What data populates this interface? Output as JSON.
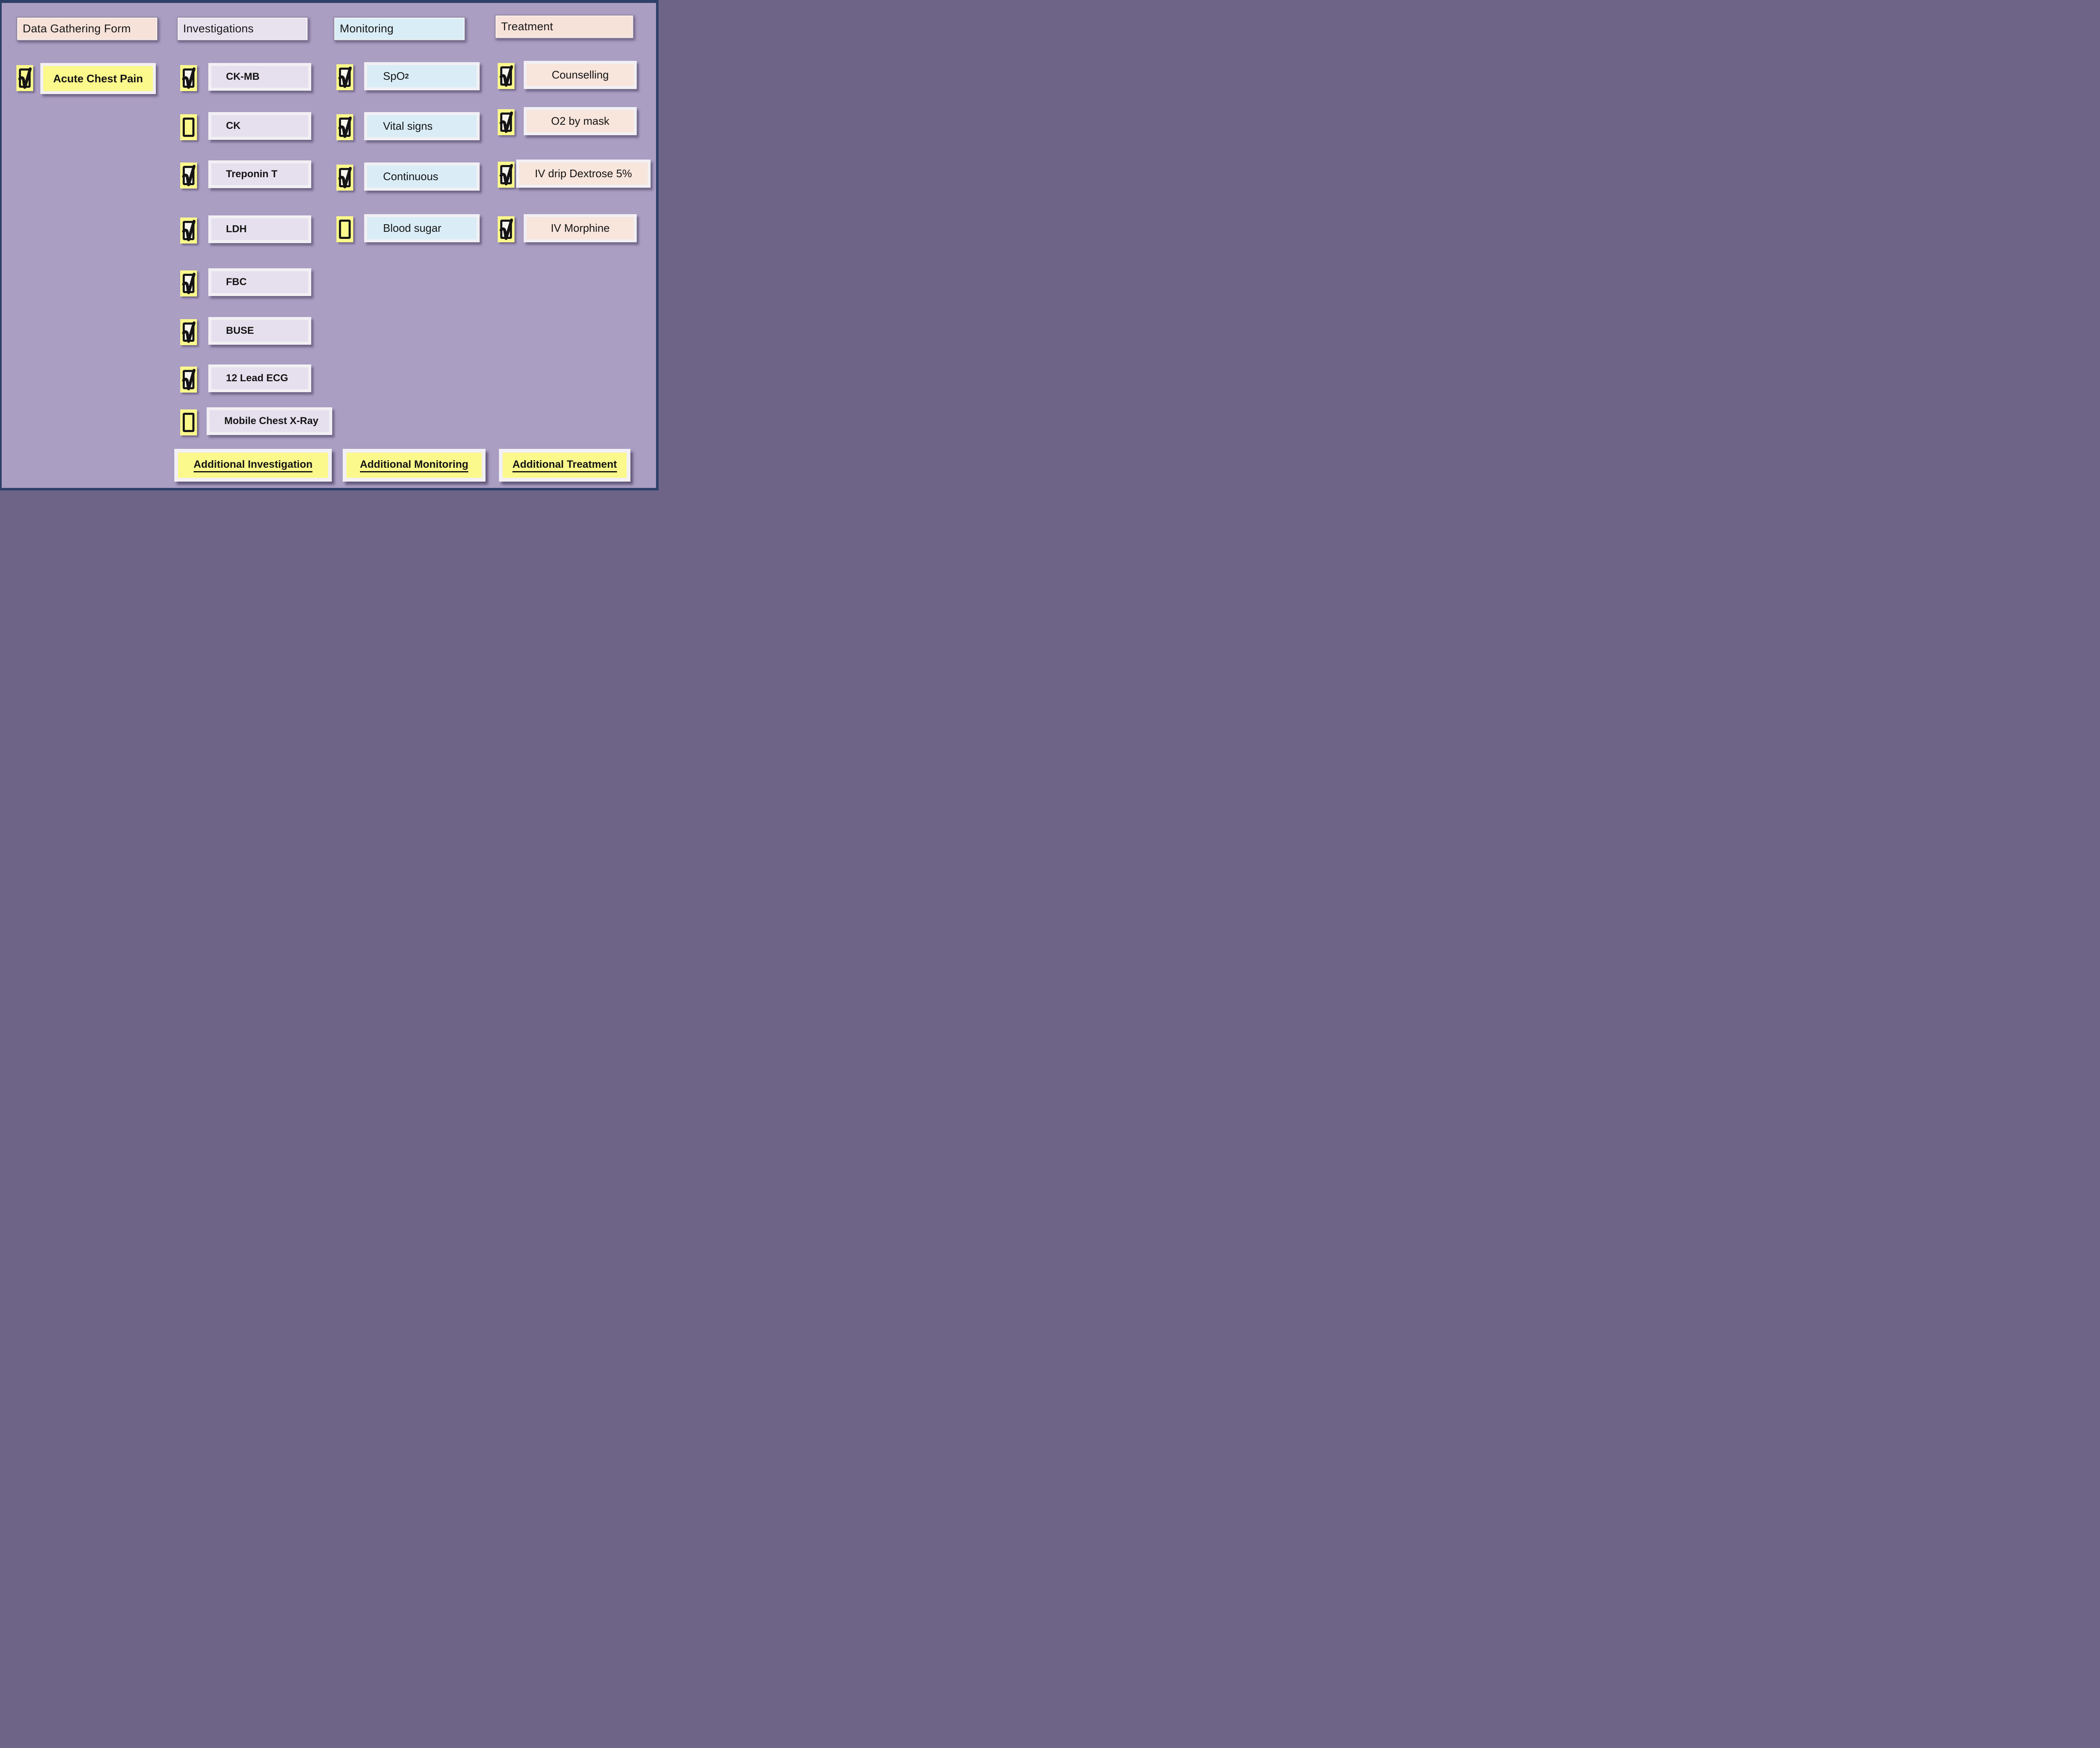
{
  "app": {
    "description_label": "Acute Chest Pain checklist form"
  },
  "colors": {
    "background": "#aa9ec3",
    "frame": "#2e4068",
    "yellow": "#fbf88c",
    "panel_white": "#f2f0f4",
    "text": "#141414"
  },
  "columns": [
    {
      "id": "data-gathering-form",
      "header_label": "Data Gathering Form",
      "header_bg": "#f7e2d9",
      "item_bg": "#fbf88c",
      "items": [
        {
          "label": "Acute Chest Pain",
          "checked": true
        }
      ]
    },
    {
      "id": "investigations",
      "header_label": "Investigations",
      "header_bg": "#e8e2ef",
      "item_bg": "#e6e0ee",
      "items": [
        {
          "label": "CK-MB",
          "checked": true
        },
        {
          "label": "CK",
          "checked": false
        },
        {
          "label": "Treponin T",
          "checked": true
        },
        {
          "label": "LDH",
          "checked": true
        },
        {
          "label": "FBC",
          "checked": true
        },
        {
          "label": "BUSE",
          "checked": true
        },
        {
          "label": "12 Lead ECG",
          "checked": true
        },
        {
          "label": "Mobile Chest X-Ray",
          "checked": false
        }
      ],
      "footer_button_label": "Additional Investigation"
    },
    {
      "id": "monitoring",
      "header_label": "Monitoring",
      "header_bg": "#d9edf6",
      "item_bg": "#daedf6",
      "items": [
        {
          "label": "SpO",
          "label_superscript": "2",
          "checked": true
        },
        {
          "label": "Vital signs",
          "checked": true
        },
        {
          "label": "Continuous",
          "checked": true
        },
        {
          "label": "Blood sugar",
          "checked": false
        }
      ],
      "footer_button_label": "Additional Monitoring"
    },
    {
      "id": "treatment",
      "header_label": "Treatment",
      "header_bg": "#f7e2d9",
      "item_bg": "#f8e5dc",
      "items": [
        {
          "label": "Counselling",
          "checked": true
        },
        {
          "label": "O2 by mask",
          "checked": true
        },
        {
          "label": "IV drip Dextrose 5%",
          "checked": true
        },
        {
          "label": "IV Morphine",
          "checked": true
        }
      ],
      "footer_button_label": "Additional Treatment"
    }
  ]
}
